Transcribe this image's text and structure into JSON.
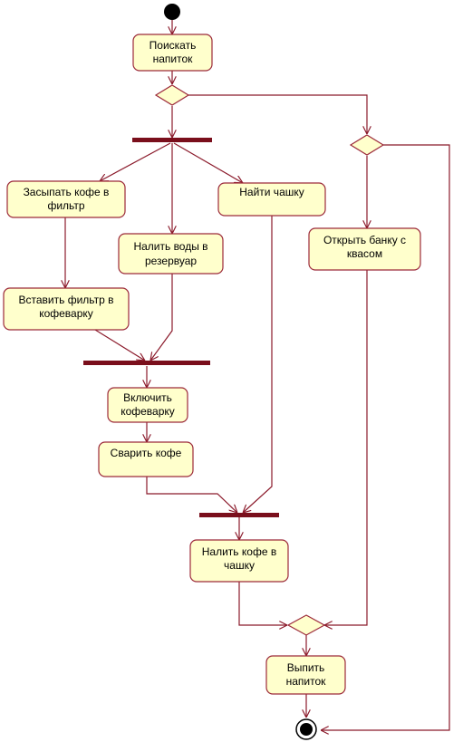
{
  "colors": {
    "line": "#8b1a2b",
    "box_fill": "#ffffcc",
    "box_stroke": "#9c2a3a",
    "bar": "#7a0f1c",
    "background": "#ffffff"
  },
  "activities": {
    "find_drink": [
      "Поискать",
      "напиток"
    ],
    "coffee_filter": [
      "Засыпать кофе в",
      "фильтр"
    ],
    "pour_water": [
      "Налить воды в",
      "резервуар"
    ],
    "find_cup": [
      "Найти чашку"
    ],
    "insert_filter": [
      "Вставить фильтр в",
      "кофеварку"
    ],
    "turn_on": [
      "Включить",
      "кофеварку"
    ],
    "brew": [
      "Сварить кофе"
    ],
    "pour_coffee": [
      "Налить кофе в",
      "чашку"
    ],
    "open_kvass": [
      "Открыть банку с",
      "квасом"
    ],
    "drink": [
      "Выпить",
      "напиток"
    ]
  }
}
